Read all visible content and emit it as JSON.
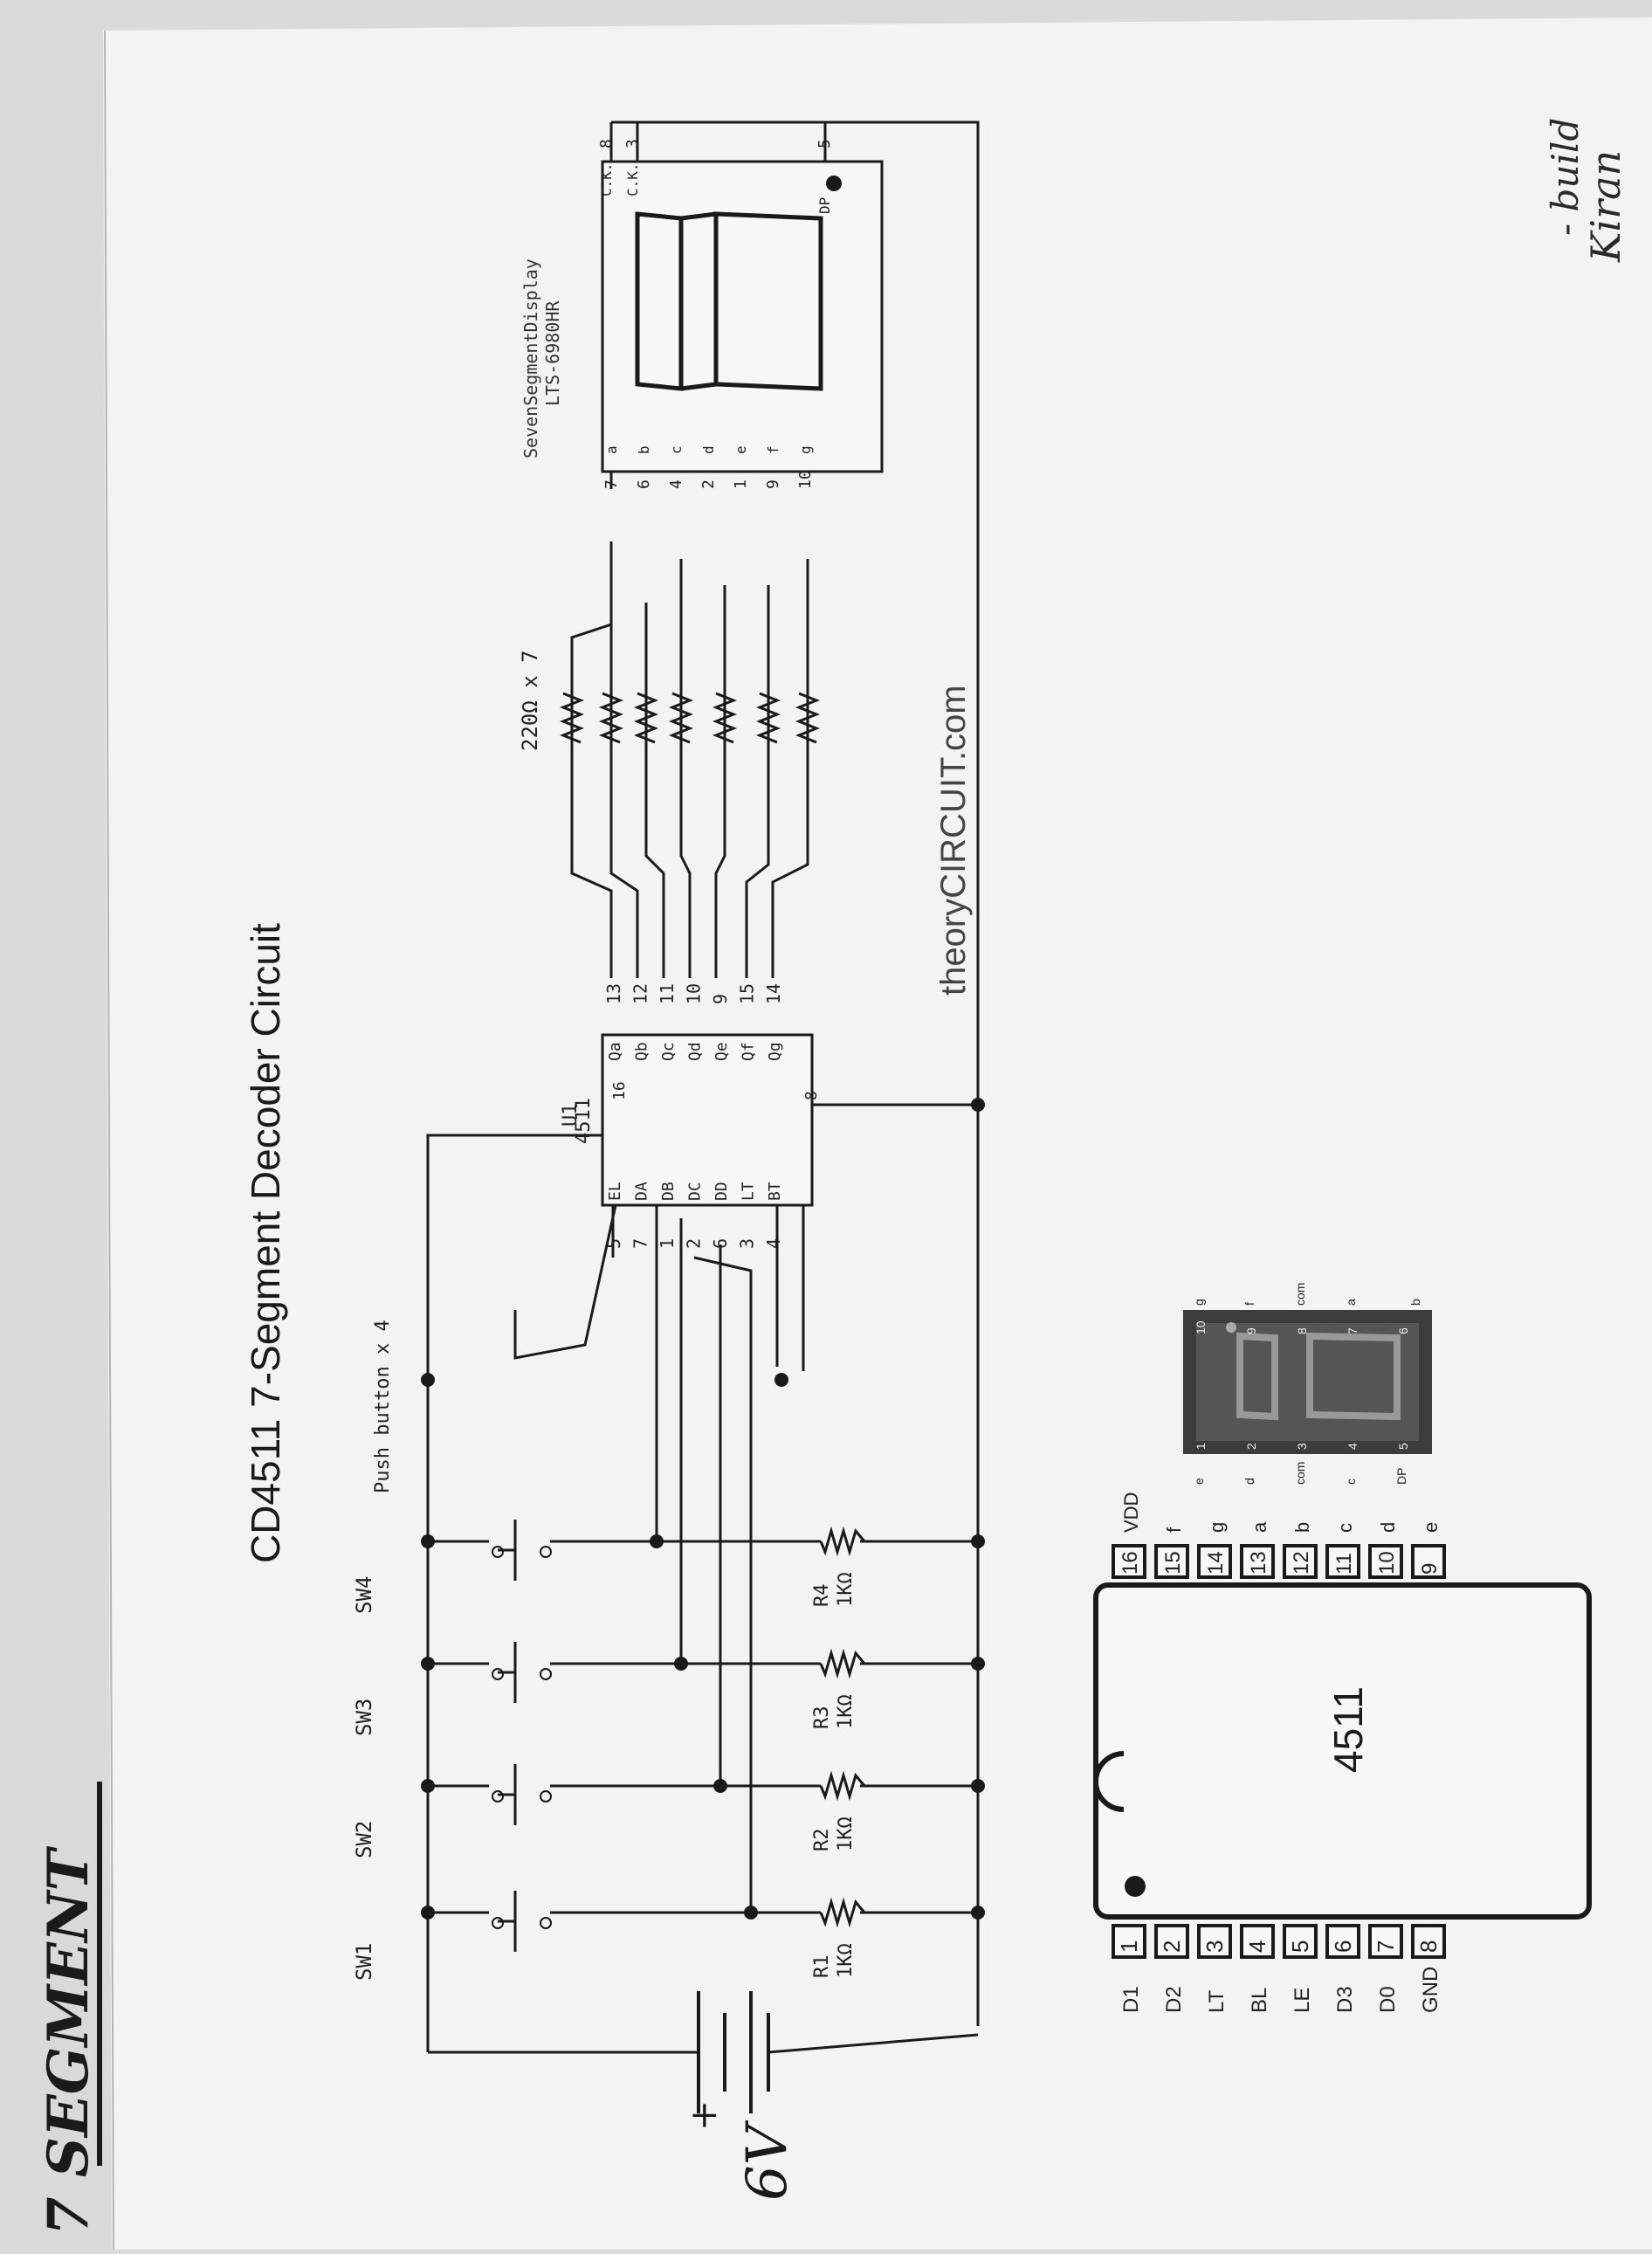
{
  "handwritten": {
    "heading": "7 SEGMENT",
    "corner_note": "Kiran",
    "corner_note2": "- build",
    "voltage": "6V",
    "plus": "+",
    "minus": "-"
  },
  "schematic": {
    "title": "CD4511 7-Segment Decoder Circuit",
    "switches": [
      "SW1",
      "SW2",
      "SW3",
      "SW4"
    ],
    "push_label": "Push button x 4",
    "pull_down_resistors": [
      {
        "ref": "R1",
        "value": "1KΩ"
      },
      {
        "ref": "R2",
        "value": "1KΩ"
      },
      {
        "ref": "R3",
        "value": "1KΩ"
      },
      {
        "ref": "R4",
        "value": "1KΩ"
      }
    ],
    "ic": {
      "ref": "U1",
      "part": "4511",
      "vdd_pin": "16",
      "gnd_pin": "8",
      "left_pins": [
        {
          "num": "5",
          "name": "EL"
        },
        {
          "num": "7",
          "name": "DA"
        },
        {
          "num": "1",
          "name": "DB"
        },
        {
          "num": "2",
          "name": "DC"
        },
        {
          "num": "6",
          "name": "DD"
        },
        {
          "num": "3",
          "name": "LT"
        },
        {
          "num": "4",
          "name": "BT"
        }
      ],
      "right_pins": [
        {
          "num": "13",
          "name": "Qa"
        },
        {
          "num": "12",
          "name": "Qb"
        },
        {
          "num": "11",
          "name": "Qc"
        },
        {
          "num": "10",
          "name": "Qd"
        },
        {
          "num": "9",
          "name": "Qe"
        },
        {
          "num": "15",
          "name": "Qf"
        },
        {
          "num": "14",
          "name": "Qg"
        }
      ]
    },
    "segment_resistors": "220Ω x 7",
    "display": {
      "name": "SevenSegmentDisplay",
      "part": "LTS-6980HR",
      "segment_pins": [
        {
          "num": "7",
          "seg": "a"
        },
        {
          "num": "6",
          "seg": "b"
        },
        {
          "num": "4",
          "seg": "c"
        },
        {
          "num": "2",
          "seg": "d"
        },
        {
          "num": "1",
          "seg": "e"
        },
        {
          "num": "9",
          "seg": "f"
        },
        {
          "num": "10",
          "seg": "g"
        }
      ],
      "common_pins": [
        {
          "num": "8",
          "label": "C.K."
        },
        {
          "num": "3",
          "label": "C.K."
        }
      ],
      "dp_pin": {
        "num": "5",
        "label": "DP"
      }
    },
    "watermark": "theoryCIRCUIT.com"
  },
  "pinout_4511": {
    "chip_label": "4511",
    "left": [
      {
        "num": "1",
        "label": "D1"
      },
      {
        "num": "2",
        "label": "D2"
      },
      {
        "num": "3",
        "label": "LT"
      },
      {
        "num": "4",
        "label": "BL"
      },
      {
        "num": "5",
        "label": "LE"
      },
      {
        "num": "6",
        "label": "D3"
      },
      {
        "num": "7",
        "label": "D0"
      },
      {
        "num": "8",
        "label": "GND"
      }
    ],
    "right": [
      {
        "num": "16",
        "label": "VDD"
      },
      {
        "num": "15",
        "label": "f"
      },
      {
        "num": "14",
        "label": "g"
      },
      {
        "num": "13",
        "label": "a"
      },
      {
        "num": "12",
        "label": "b"
      },
      {
        "num": "11",
        "label": "c"
      },
      {
        "num": "10",
        "label": "d"
      },
      {
        "num": "9",
        "label": "e"
      }
    ]
  },
  "display_pinout": {
    "top_labels": [
      "g",
      "f",
      "com",
      "a",
      "b"
    ],
    "bottom_labels": [
      "e",
      "d",
      "com",
      "c",
      "DP"
    ],
    "top_pins": [
      "10",
      "9",
      "8",
      "7",
      "6"
    ],
    "bottom_pins": [
      "1",
      "2",
      "3",
      "4",
      "5"
    ],
    "segments": [
      "a",
      "b",
      "c",
      "d",
      "e",
      "f",
      "g",
      "DP"
    ]
  }
}
